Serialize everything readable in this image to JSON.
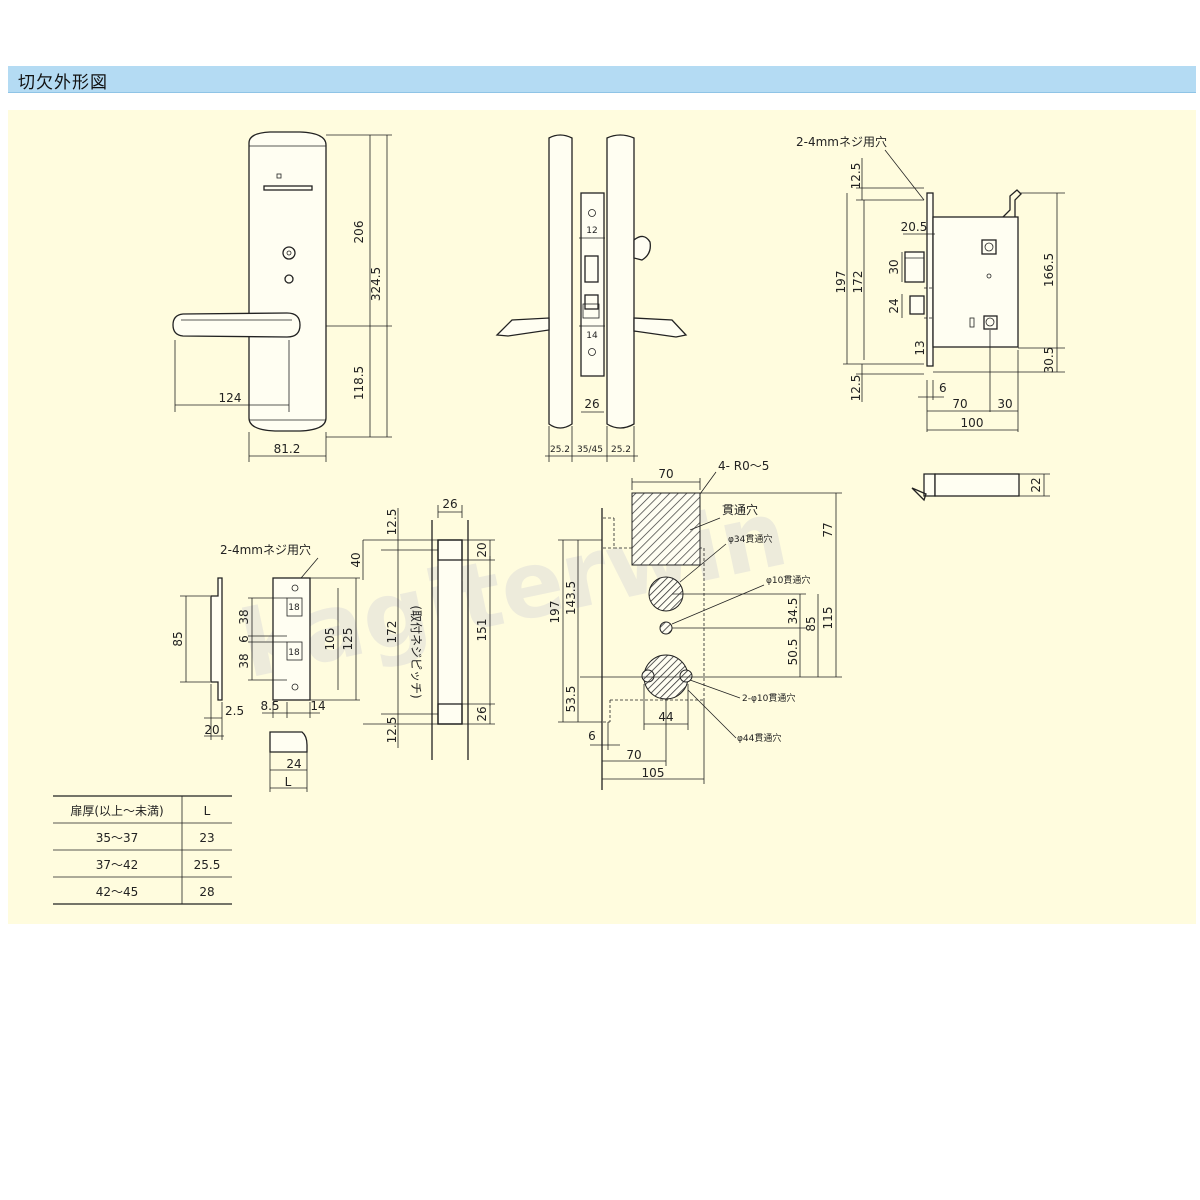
{
  "header": {
    "title": "切欠外形図"
  },
  "watermark": "kagiterwin",
  "colors": {
    "header_bg": "#b4dbf3",
    "panel_bg": "#fffcde",
    "line": "#222222"
  },
  "front_view": {
    "d206": "206",
    "d324_5": "324.5",
    "d118_5": "118.5",
    "d124": "124",
    "d81_2": "81.2"
  },
  "side_view": {
    "d12": "12",
    "d14": "14",
    "d26": "26",
    "d25_2a": "25.2",
    "d35_45": "35/45",
    "d25_2b": "25.2"
  },
  "lock_body": {
    "screw_label": "2-4mmネジ用穴",
    "d12_5a": "12.5",
    "d20_5": "20.5",
    "d30": "30",
    "d197": "197",
    "d172": "172",
    "d24": "24",
    "d13": "13",
    "d166_5": "166.5",
    "d30_5": "30.5",
    "d12_5b": "12.5",
    "d6": "6",
    "d70": "70",
    "d30b": "30",
    "d100": "100",
    "d22": "22"
  },
  "strike": {
    "screw_label": "2-4mmネジ用穴",
    "d85": "85",
    "d38a": "38",
    "d6": "6",
    "d38b": "38",
    "d18a": "18",
    "d18b": "18",
    "d105": "105",
    "d125": "125",
    "d2_5": "2.5",
    "d8_5": "8.5",
    "d14": "14",
    "d20": "20",
    "d24": "24",
    "dL": "L"
  },
  "mortise": {
    "d26": "26",
    "d12_5a": "12.5",
    "d40": "40",
    "d20": "20",
    "d172": "172",
    "pitch_label": "(取付ネジピッチ)",
    "d151": "151",
    "d26b": "26",
    "d12_5b": "12.5"
  },
  "cutout": {
    "d70": "70",
    "r_label": "4- R0～5",
    "through_label": "貫通穴",
    "d34_label": "φ34貫通穴",
    "d10_label": "φ10貫通穴",
    "d77": "77",
    "d197": "197",
    "d143_5": "143.5",
    "d34_5": "34.5",
    "d115": "115",
    "d85": "85",
    "d50_5": "50.5",
    "d53_5": "53.5",
    "two10_label": "2-φ10貫通穴",
    "d44": "44",
    "d44_label": "φ44貫通穴",
    "d6": "6",
    "d70b": "70",
    "d105": "105"
  },
  "table": {
    "headers": [
      "扉厚(以上～未満)",
      "L"
    ],
    "rows": [
      [
        "35～37",
        "23"
      ],
      [
        "37～42",
        "25.5"
      ],
      [
        "42～45",
        "28"
      ]
    ]
  }
}
